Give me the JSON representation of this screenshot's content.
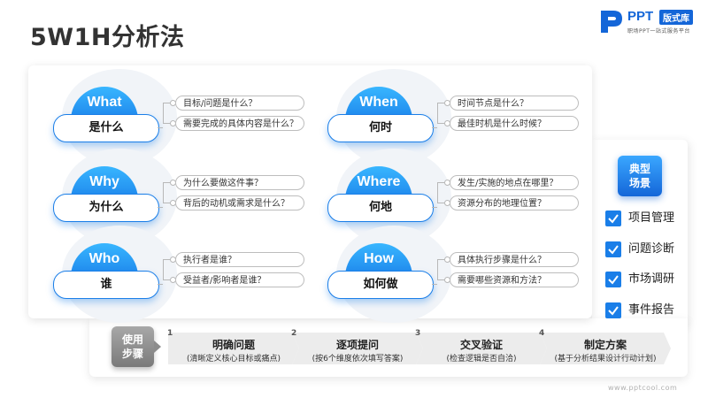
{
  "title": "5W1H分析法",
  "logo": {
    "brand": "PPT",
    "badge": "版式库",
    "tagline": "职场PPT一站式服务平台"
  },
  "questions": [
    {
      "key": "What",
      "label": "是什么",
      "points": [
        "目标/问题是什么？",
        "需要完成的具体内容是什么？"
      ]
    },
    {
      "key": "When",
      "label": "何时",
      "points": [
        "时间节点是什么？",
        "最佳时机是什么时候？"
      ]
    },
    {
      "key": "Why",
      "label": "为什么",
      "points": [
        "为什么要做这件事？",
        "背后的动机或需求是什么？"
      ]
    },
    {
      "key": "Where",
      "label": "何地",
      "points": [
        "发生/实施的地点在哪里？",
        "资源分布的地理位置？"
      ]
    },
    {
      "key": "Who",
      "label": "谁",
      "points": [
        "执行者是谁？",
        "受益者/影响者是谁？"
      ]
    },
    {
      "key": "How",
      "label": "如何做",
      "points": [
        "具体执行步骤是什么？",
        "需要哪些资源和方法？"
      ]
    }
  ],
  "scenes": {
    "badge_line1": "典型",
    "badge_line2": "场景",
    "items": [
      "项目管理",
      "问题诊断",
      "市场调研",
      "事件报告"
    ]
  },
  "usage": {
    "badge_line1": "使用",
    "badge_line2": "步骤",
    "steps": [
      {
        "num": "1",
        "title": "明确问题",
        "desc": "(清晰定义核心目标或痛点)"
      },
      {
        "num": "2",
        "title": "逐项提问",
        "desc": "(按6个维度依次填写答案)"
      },
      {
        "num": "3",
        "title": "交叉验证",
        "desc": "(检查逻辑是否自洽)"
      },
      {
        "num": "4",
        "title": "制定方案",
        "desc": "(基于分析结果设计行动计划)"
      }
    ]
  },
  "watermark": "www.pptcool.com",
  "colors": {
    "accent": "#1a7ee8",
    "accent_light": "#38b6ff",
    "bubble": "#f1f4f8",
    "step_fill": "#ececec",
    "use_badge": "#8c8c8c"
  }
}
